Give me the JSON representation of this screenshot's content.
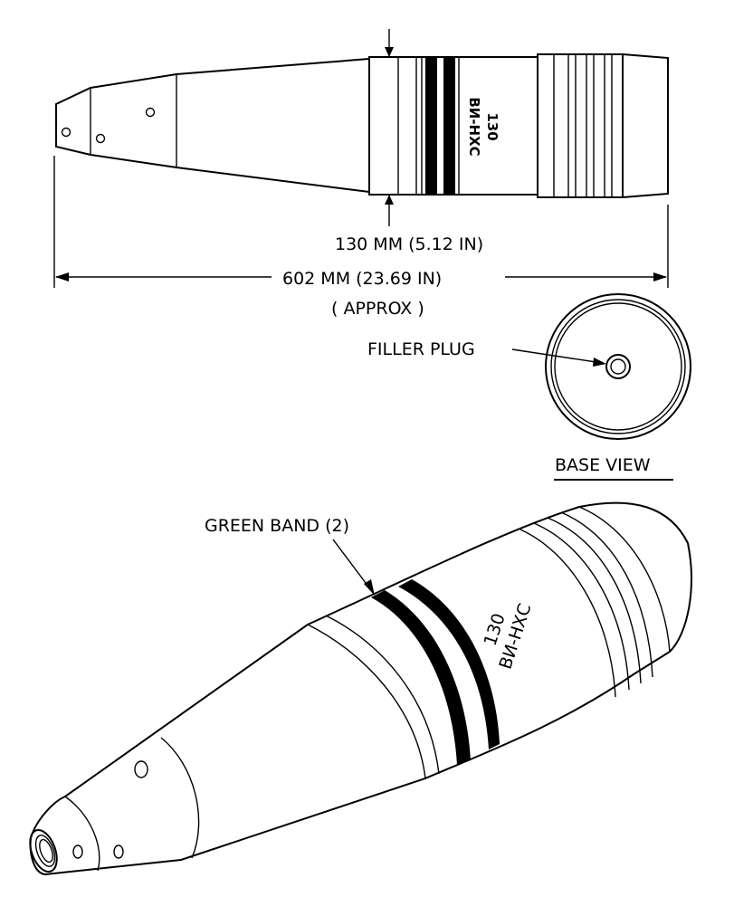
{
  "dimensions": {
    "diameter": "130 MM (5.12 IN)",
    "length": "602 MM (23.69 IN)",
    "approx": "( APPROX )"
  },
  "labels": {
    "filler_plug": "FILLER PLUG",
    "base_view": "BASE VIEW",
    "green_band": "GREEN BAND (2)"
  },
  "markings": {
    "caliber": "130",
    "type_code": "ВИ-НХС"
  },
  "colors": {
    "ink": "#000000",
    "paper": "#ffffff"
  }
}
